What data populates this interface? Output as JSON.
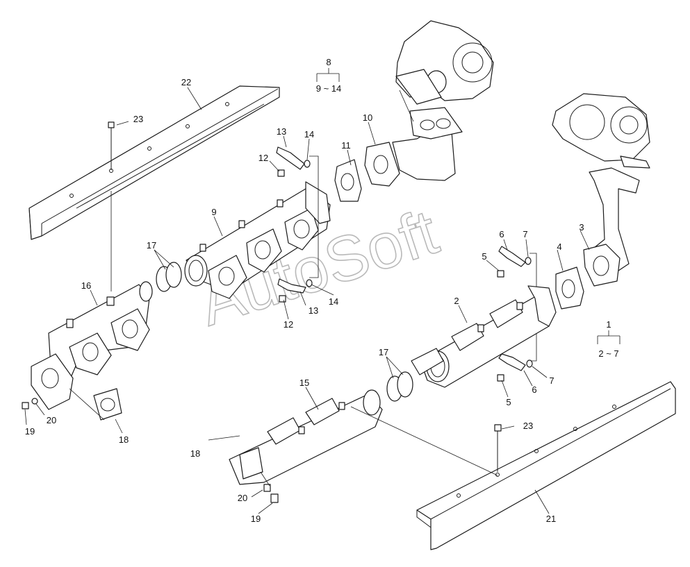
{
  "watermark": "AutoSoft",
  "group_labels": {
    "g8_top": "8",
    "g8_bottom": "9 ~ 14",
    "g1_top": "1",
    "g1_bottom": "2 ~ 7"
  },
  "callouts": {
    "c22": "22",
    "c23a": "23",
    "c23b": "23",
    "c8": "8",
    "c10": "10",
    "c11": "11",
    "c13a": "13",
    "c14a": "14",
    "c12a": "12",
    "c9": "9",
    "c17a": "17",
    "c16": "16",
    "c12b": "12",
    "c13b": "13",
    "c14b": "14",
    "c3": "3",
    "c4": "4",
    "c6a": "6",
    "c7a": "7",
    "c5a": "5",
    "c2": "2",
    "c17b": "17",
    "c15": "15",
    "c18a": "18",
    "c18b": "18",
    "c20a": "20",
    "c19a": "19",
    "c20b": "20",
    "c19b": "19",
    "c5b": "5",
    "c6b": "6",
    "c7b": "7",
    "c21": "21"
  }
}
